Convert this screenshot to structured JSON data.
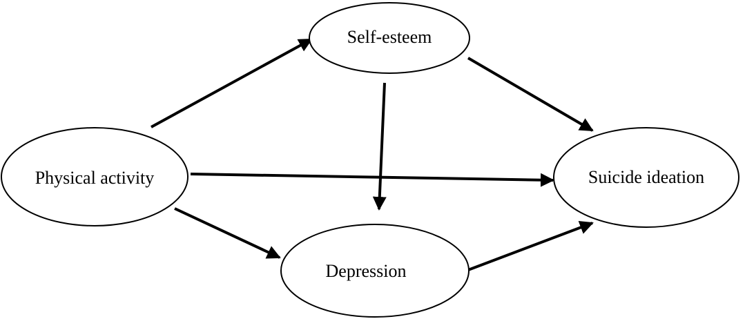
{
  "nodes": {
    "physical_activity": {
      "label": "Physical activity"
    },
    "self_esteem": {
      "label": "Self-esteem"
    },
    "depression": {
      "label": "Depression"
    },
    "suicide_ideation": {
      "label": "Suicide ideation"
    }
  },
  "edges": [
    {
      "from": "Physical activity",
      "to": "Self-esteem"
    },
    {
      "from": "Physical activity",
      "to": "Suicide ideation"
    },
    {
      "from": "Physical activity",
      "to": "Depression"
    },
    {
      "from": "Self-esteem",
      "to": "Depression"
    },
    {
      "from": "Self-esteem",
      "to": "Suicide ideation"
    },
    {
      "from": "Depression",
      "to": "Suicide ideation"
    }
  ],
  "colors": {
    "stroke": "#000000",
    "background": "#ffffff"
  }
}
